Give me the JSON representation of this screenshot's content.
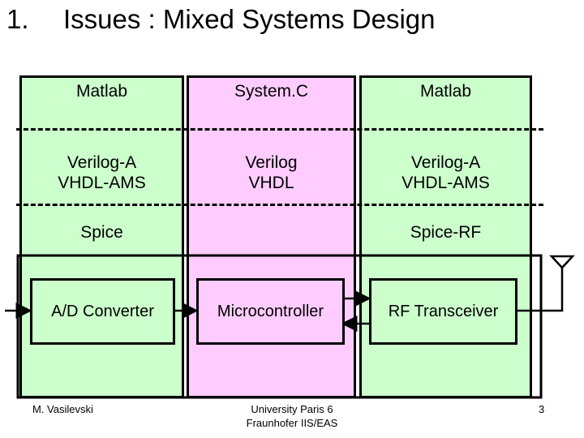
{
  "slide": {
    "number": "1.",
    "title": "Issues : Mixed Systems Design"
  },
  "columns": {
    "left": {
      "top": "Matlab",
      "mid_line1": "Verilog-A",
      "mid_line2": "VHDL-AMS",
      "bottom": "Spice"
    },
    "middle": {
      "top": "System.C",
      "mid_line1": "Verilog",
      "mid_line2": "VHDL",
      "bottom": ""
    },
    "right": {
      "top": "Matlab",
      "mid_line1": "Verilog-A",
      "mid_line2": "VHDL-AMS",
      "bottom": "Spice-RF"
    }
  },
  "blocks": {
    "adc": "A/D Converter",
    "mcu": "Microcontroller",
    "rf": "RF Transceiver"
  },
  "footer": {
    "author": "M. Vasilevski",
    "institution_line1": "University Paris 6",
    "institution_line2": "Fraunhofer IIS/EAS",
    "page": "3"
  },
  "colors": {
    "green_fill": "#ccffcc",
    "pink_fill": "#ffccff",
    "line": "#000000"
  }
}
